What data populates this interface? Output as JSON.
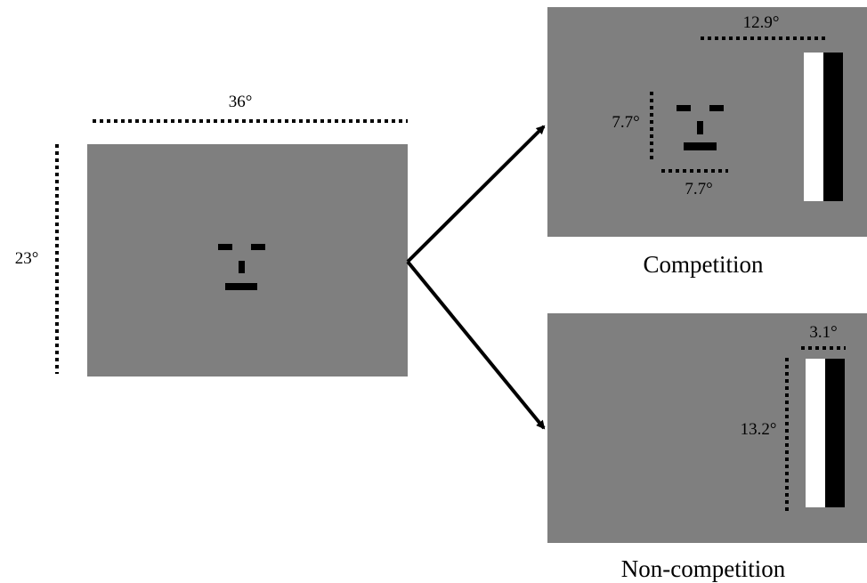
{
  "initial_display": {
    "width_label": "36°",
    "height_label": "23°"
  },
  "competition": {
    "caption": "Competition",
    "bar_width_label": "12.9°",
    "face_height_label": "7.7°",
    "face_width_label": "7.7°"
  },
  "non_competition": {
    "caption": "Non-competition",
    "bar_width_label": "3.1°",
    "bar_height_label": "13.2°"
  },
  "colors": {
    "panel": "#7f7f7f",
    "ink": "#000000",
    "bar_white": "#ffffff"
  }
}
